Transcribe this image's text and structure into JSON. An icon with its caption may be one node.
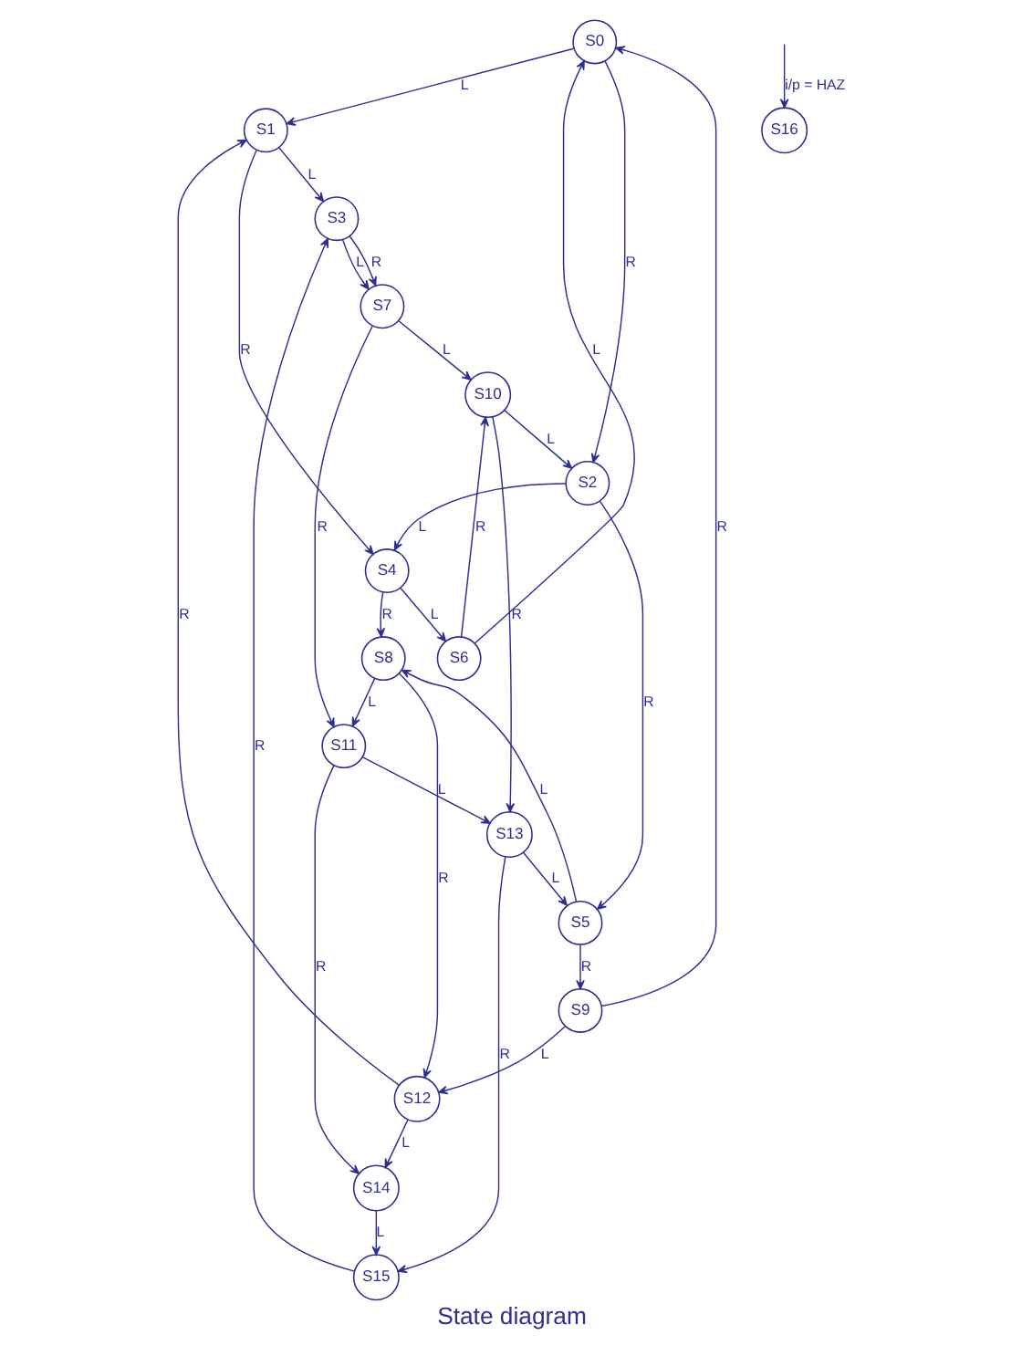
{
  "diagram": {
    "caption": "State diagram",
    "nodes": [
      {
        "text": [
          "S0"
        ]
      },
      {
        "text": [
          "S1"
        ]
      },
      {
        "text": [
          "S2"
        ]
      },
      {
        "text": [
          "S3"
        ]
      },
      {
        "text": [
          "S4"
        ]
      },
      {
        "text": [
          "S5"
        ]
      },
      {
        "text": [
          "S6"
        ]
      },
      {
        "text": [
          "S7"
        ]
      },
      {
        "text": [
          "S8"
        ]
      },
      {
        "text": [
          "S9"
        ]
      },
      {
        "text": [
          "S10"
        ]
      },
      {
        "text": [
          "S11"
        ]
      },
      {
        "text": [
          "S12"
        ]
      },
      {
        "text": [
          "S13"
        ]
      },
      {
        "text": [
          "S14"
        ]
      },
      {
        "text": [
          "S15"
        ]
      },
      {
        "text": [
          "S16"
        ]
      }
    ],
    "edges": [
      {
        "from": 0,
        "to": 1,
        "arrow": "to",
        "label": "L"
      },
      {
        "from": 0,
        "to": 2,
        "arrow": "to",
        "label": "R"
      },
      {
        "from": 1,
        "to": 3,
        "arrow": "to",
        "label": "L"
      },
      {
        "from": 1,
        "to": 4,
        "arrow": "to",
        "label": "R"
      },
      {
        "from": 2,
        "to": 4,
        "arrow": "to",
        "label": "L"
      },
      {
        "from": 2,
        "to": 5,
        "arrow": "to",
        "label": "R"
      },
      {
        "from": 3,
        "to": 7,
        "arrow": "to",
        "label": "L"
      },
      {
        "from": 3,
        "to": 7,
        "arrow": "to",
        "label": "R"
      },
      {
        "from": 4,
        "to": 6,
        "arrow": "to",
        "label": "L"
      },
      {
        "from": 4,
        "to": 8,
        "arrow": "to",
        "label": "R"
      },
      {
        "from": 5,
        "to": 8,
        "arrow": "to",
        "label": "L"
      },
      {
        "from": 5,
        "to": 9,
        "arrow": "to",
        "label": "R"
      },
      {
        "from": 6,
        "to": 0,
        "arrow": "to",
        "label": "L"
      },
      {
        "from": 6,
        "to": 10,
        "arrow": "to",
        "label": "R"
      },
      {
        "from": 7,
        "to": 10,
        "arrow": "to",
        "label": "L"
      },
      {
        "from": 7,
        "to": 11,
        "arrow": "to",
        "label": "R"
      },
      {
        "from": 8,
        "to": 11,
        "arrow": "to",
        "label": "L"
      },
      {
        "from": 8,
        "to": 12,
        "arrow": "to",
        "label": "R"
      },
      {
        "from": 9,
        "to": 12,
        "arrow": "to",
        "label": "L"
      },
      {
        "from": 9,
        "to": 0,
        "arrow": "to",
        "label": "R"
      },
      {
        "from": 10,
        "to": 2,
        "arrow": "to",
        "label": "L"
      },
      {
        "from": 10,
        "to": 13,
        "arrow": "to",
        "label": "R"
      },
      {
        "from": 11,
        "to": 13,
        "arrow": "to",
        "label": "L"
      },
      {
        "from": 11,
        "to": 14,
        "arrow": "to",
        "label": "R"
      },
      {
        "from": 12,
        "to": 14,
        "arrow": "to",
        "label": "L"
      },
      {
        "from": 12,
        "to": 1,
        "arrow": "to",
        "label": "R"
      },
      {
        "from": 13,
        "to": 5,
        "arrow": "to",
        "label": "L"
      },
      {
        "from": 13,
        "to": 15,
        "arrow": "to",
        "label": "R"
      },
      {
        "from": 14,
        "to": 15,
        "arrow": "to",
        "label": "L"
      },
      {
        "from": 15,
        "to": 3,
        "arrow": "to",
        "label": "R"
      },
      {
        "from": null,
        "to": 16,
        "arrow": "to",
        "label": "i/p = HAZ"
      }
    ]
  }
}
